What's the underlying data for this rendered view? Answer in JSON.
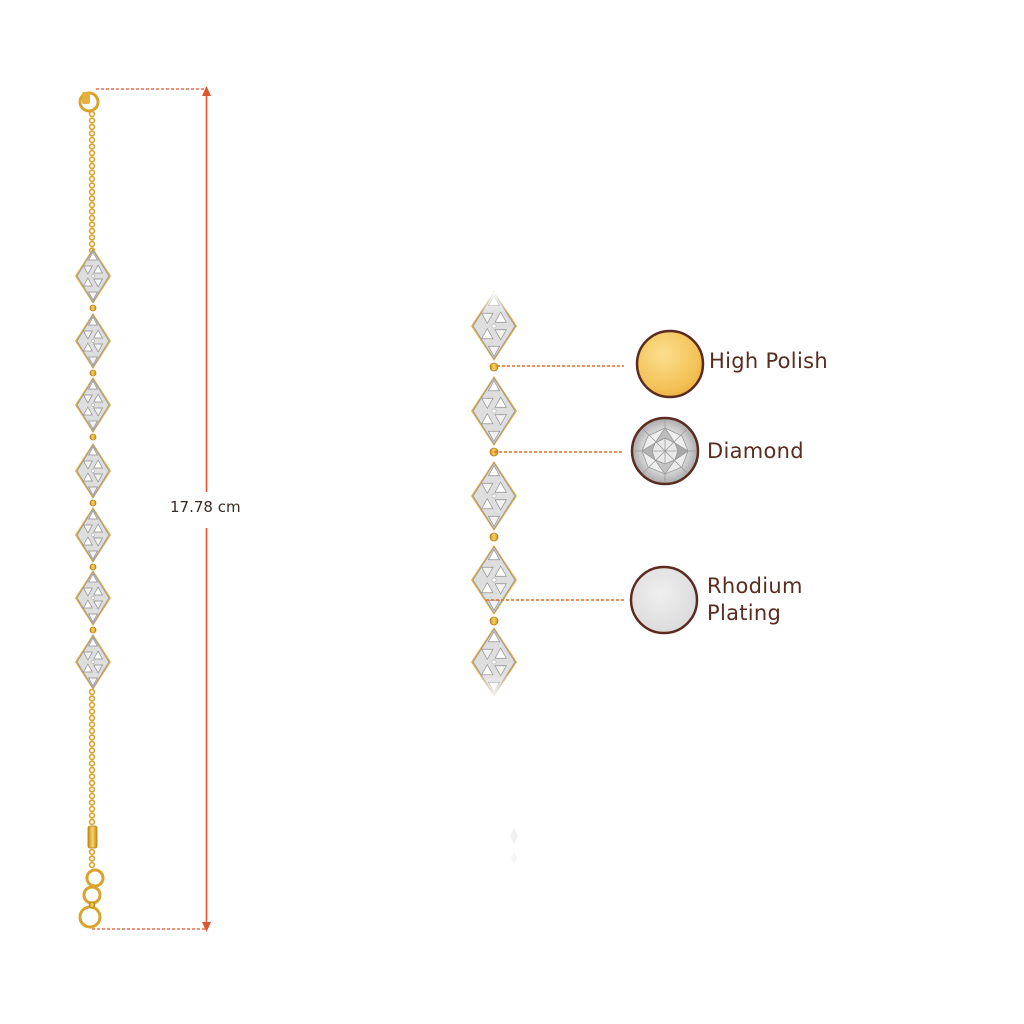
{
  "measurement": {
    "length_label": "17.78 cm"
  },
  "legend": {
    "items": [
      {
        "lines": [
          "High Polish"
        ],
        "swatch_color": "#f6ca5e"
      },
      {
        "lines": [
          "Diamond"
        ],
        "swatch_color": "#e6e6e6"
      },
      {
        "lines": [
          "Rhodium",
          "Plating"
        ],
        "swatch_color": "#e4e4e4"
      }
    ],
    "ring_color": "#5a2b1f",
    "leader_color": "#e86a2b"
  },
  "colors": {
    "gold": "#e7b53a",
    "silver": "#d9d9d9",
    "dimension": "#e0552b"
  }
}
